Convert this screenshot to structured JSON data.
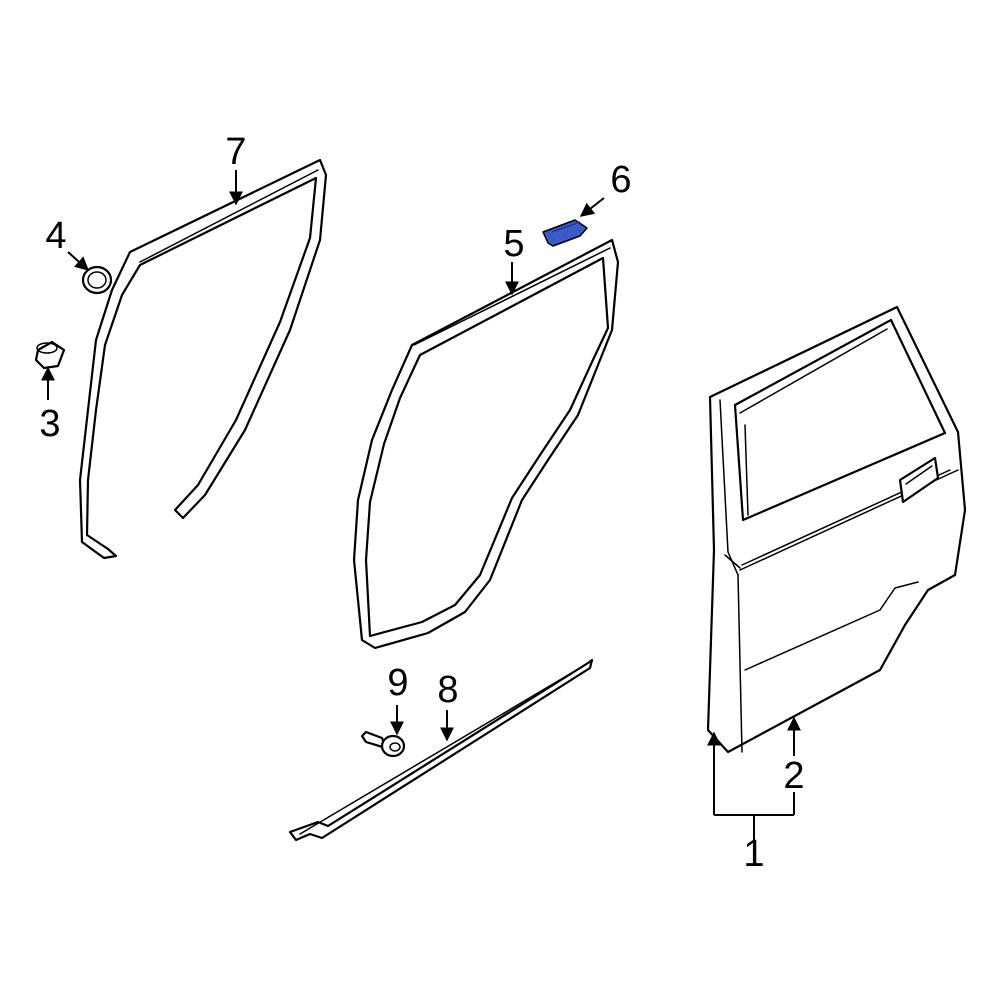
{
  "callouts": {
    "c1": "1",
    "c2": "2",
    "c3": "3",
    "c4": "4",
    "c5": "5",
    "c6": "6",
    "c7": "7",
    "c8": "8",
    "c9": "9"
  },
  "colors": {
    "line": "#000000",
    "background": "#ffffff",
    "highlight_part": "#3a5bc7"
  },
  "highlighted_callout": "6"
}
